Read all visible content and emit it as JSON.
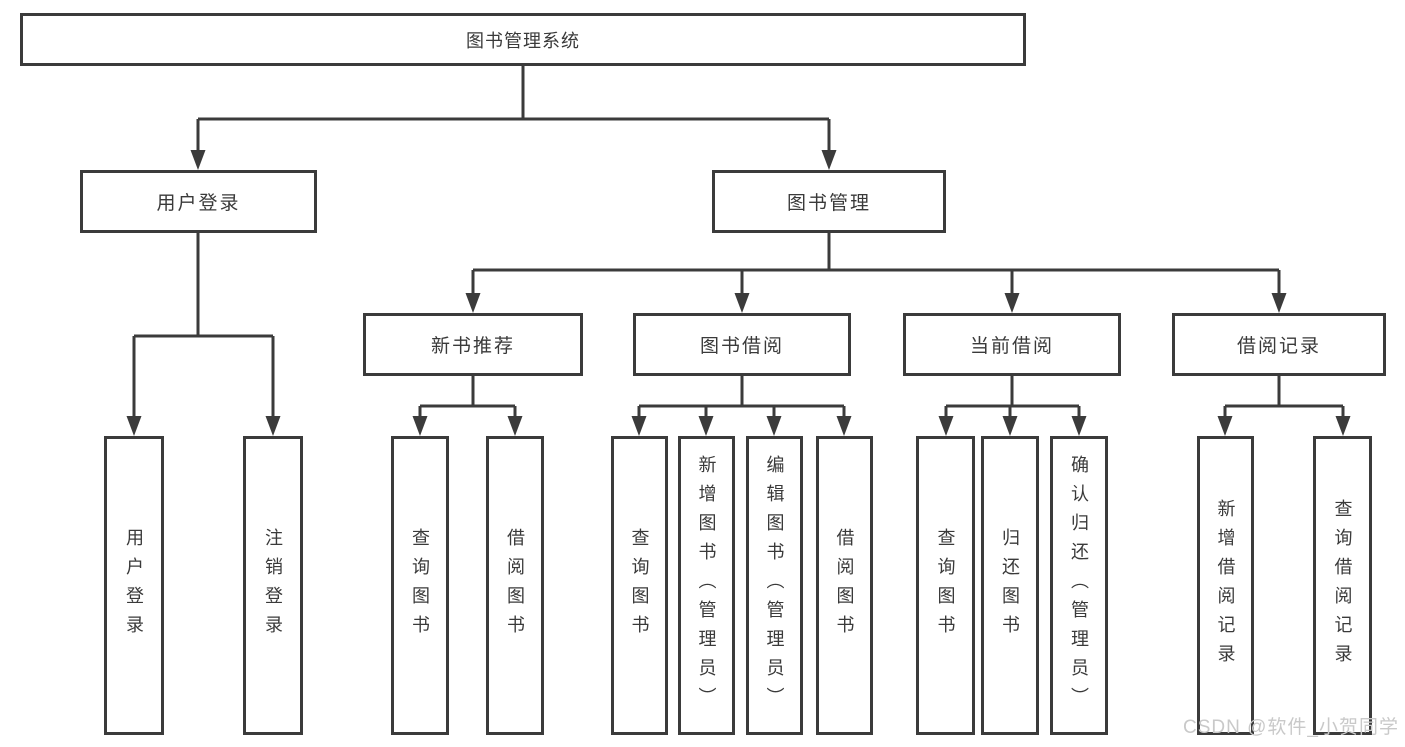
{
  "diagram": {
    "type": "functional-structure-chart",
    "tree": {
      "root": {
        "label": "图书管理系统",
        "children": [
          {
            "label": "用户登录",
            "children": [
              {
                "label": "用户登录"
              },
              {
                "label": "注销登录"
              }
            ]
          },
          {
            "label": "图书管理",
            "children": [
              {
                "label": "新书推荐",
                "children": [
                  {
                    "label": "查询图书"
                  },
                  {
                    "label": "借阅图书"
                  }
                ]
              },
              {
                "label": "图书借阅",
                "children": [
                  {
                    "label": "查询图书"
                  },
                  {
                    "label": "新增图书（管理员）"
                  },
                  {
                    "label": "编辑图书（管理员）"
                  },
                  {
                    "label": "借阅图书"
                  }
                ]
              },
              {
                "label": "当前借阅",
                "children": [
                  {
                    "label": "查询图书"
                  },
                  {
                    "label": "归还图书"
                  },
                  {
                    "label": "确认归还（管理员）"
                  }
                ]
              },
              {
                "label": "借阅记录",
                "children": [
                  {
                    "label": "新增借阅记录"
                  },
                  {
                    "label": "查询借阅记录"
                  }
                ]
              }
            ]
          }
        ]
      }
    },
    "colors": {
      "line": "#3b3b3b",
      "text": "#3a3a3a",
      "background": "#ffffff",
      "watermark": "#c9c9c9"
    }
  },
  "watermark": "CSDN @软件_小贺同学"
}
